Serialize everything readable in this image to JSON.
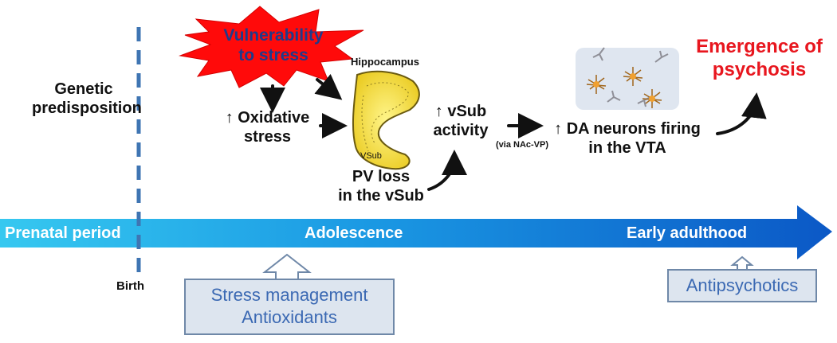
{
  "labels": {
    "genetic": [
      "Genetic",
      "predisposition"
    ],
    "vulnerability": [
      "Vulnerability",
      "to stress"
    ],
    "hippocampus": "Hippocampus",
    "vsub_region": "VSub",
    "oxidative": [
      "↑ Oxidative",
      "stress"
    ],
    "pv_loss": [
      "PV loss",
      "in the vSub"
    ],
    "vsub_activity": [
      "↑ vSub",
      "activity"
    ],
    "via": "(via NAc-VP)",
    "da_neurons": [
      "↑ DA neurons firing",
      "in the VTA"
    ],
    "emergence": [
      "Emergence of",
      "psychosis"
    ],
    "birth": "Birth"
  },
  "timeline": {
    "prenatal": "Prenatal period",
    "adolescence": "Adolescence",
    "early_adulthood": "Early adulthood"
  },
  "interventions": {
    "adolescence": [
      "Stress management",
      "Antioxidants"
    ],
    "adulthood": "Antipsychotics"
  },
  "colors": {
    "timeline_start": "#33c6f0",
    "timeline_end": "#0b5cc8",
    "starburst": "#ff0a0a",
    "emergence_text": "#e8161e",
    "intervention_text": "#3b69b3",
    "intervention_fill": "#dde5ef",
    "hippocampus_fill": "#f2e34a",
    "vta_panel": "#dfe6f0",
    "dashed_line": "#3f75b3"
  }
}
